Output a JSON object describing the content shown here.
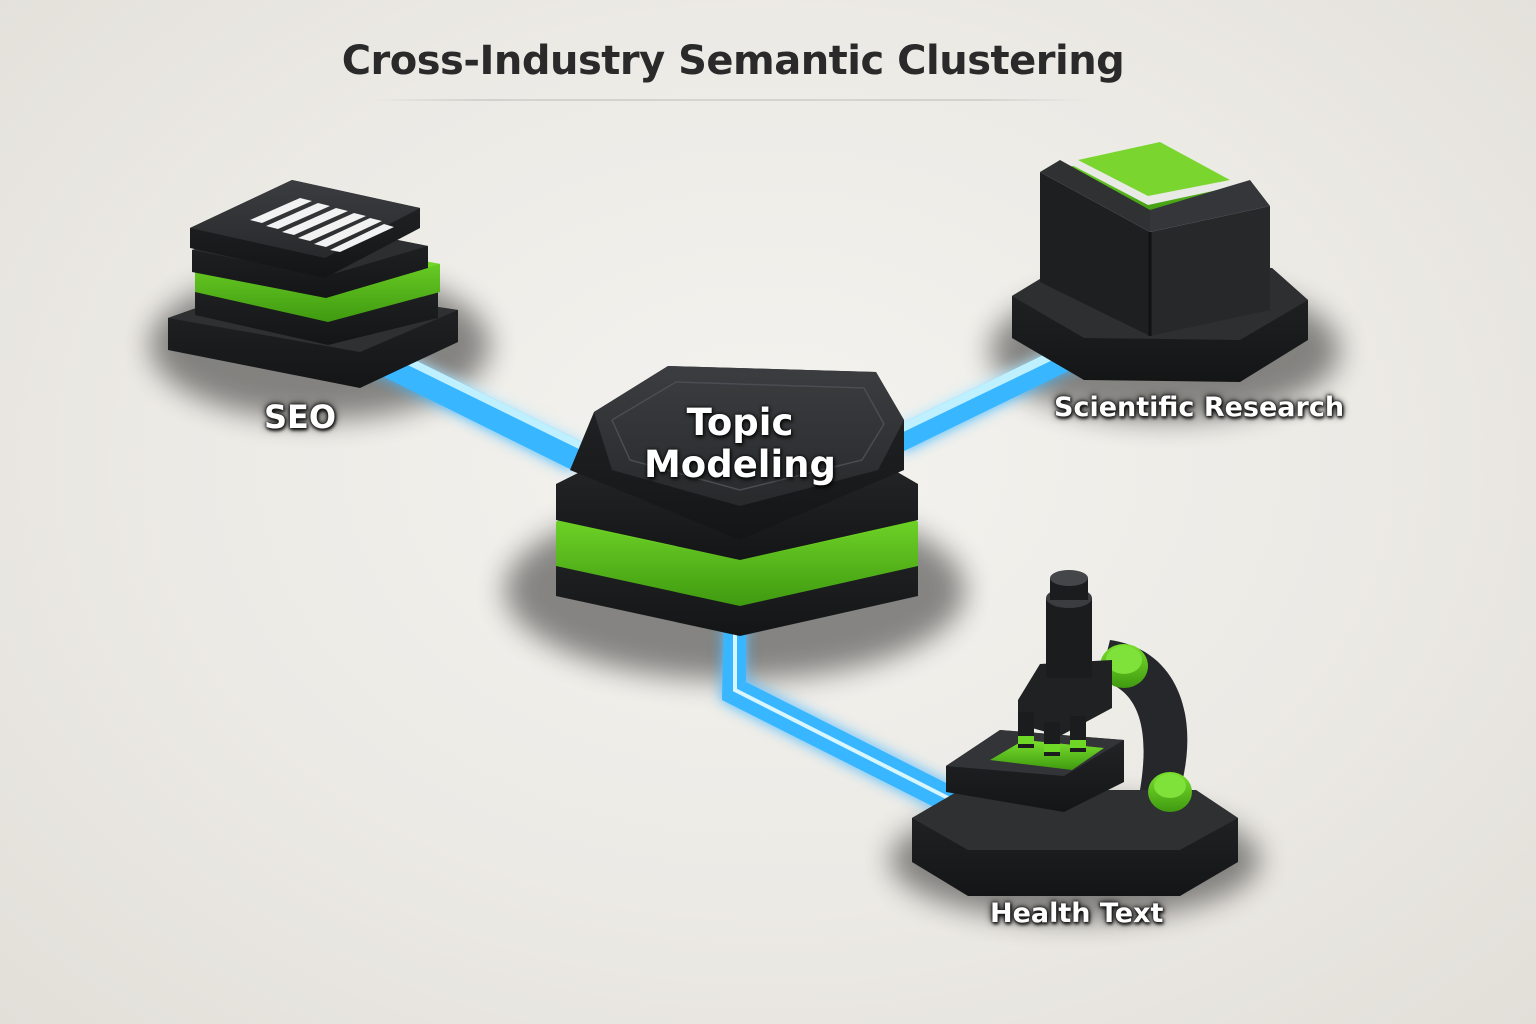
{
  "title": "Cross-Industry Semantic Clustering",
  "hub": {
    "label_line1": "Topic",
    "label_line2": "Modeling",
    "icon": "hexagon-stack-icon"
  },
  "nodes": [
    {
      "label": "SEO",
      "icon": "document-stack-icon"
    },
    {
      "label": "Scientific Research",
      "icon": "open-book-icon"
    },
    {
      "label": "Health Text",
      "icon": "microscope-icon"
    }
  ],
  "colors": {
    "background": "#ebe9e4",
    "block_dark": "#2b2d2f",
    "accent_green": "#5ed11c",
    "connector_glow": "#39b6ff",
    "title_text": "#2a2a2a",
    "label_text": "#ffffff"
  }
}
